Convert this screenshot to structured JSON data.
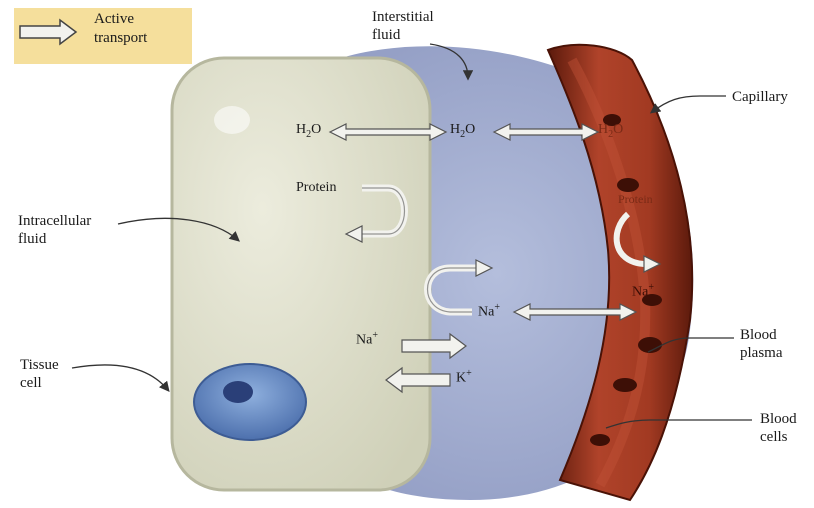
{
  "legend": {
    "label_line1": "Active",
    "label_line2": "transport"
  },
  "labels": {
    "interstitial_line1": "Interstitial",
    "interstitial_line2": "fluid",
    "capillary": "Capillary",
    "intracellular_line1": "Intracellular",
    "intracellular_line2": "fluid",
    "tissue_line1": "Tissue",
    "tissue_line2": "cell",
    "plasma_line1": "Blood",
    "plasma_line2": "plasma",
    "cells_line1": "Blood",
    "cells_line2": "cells"
  },
  "chem": {
    "water_base": "H",
    "water_sub": "2",
    "water_end": "O",
    "protein": "Protein",
    "sodium_base": "Na",
    "sodium_sup": "+",
    "potassium_base": "K",
    "potassium_sup": "+"
  },
  "colors": {
    "legend_bg": "#f5df9c",
    "interstitial": "#a3add0",
    "cell": "#dedfcb",
    "nucleus": "#6b8fc7",
    "capillary": "#8e2a14"
  }
}
